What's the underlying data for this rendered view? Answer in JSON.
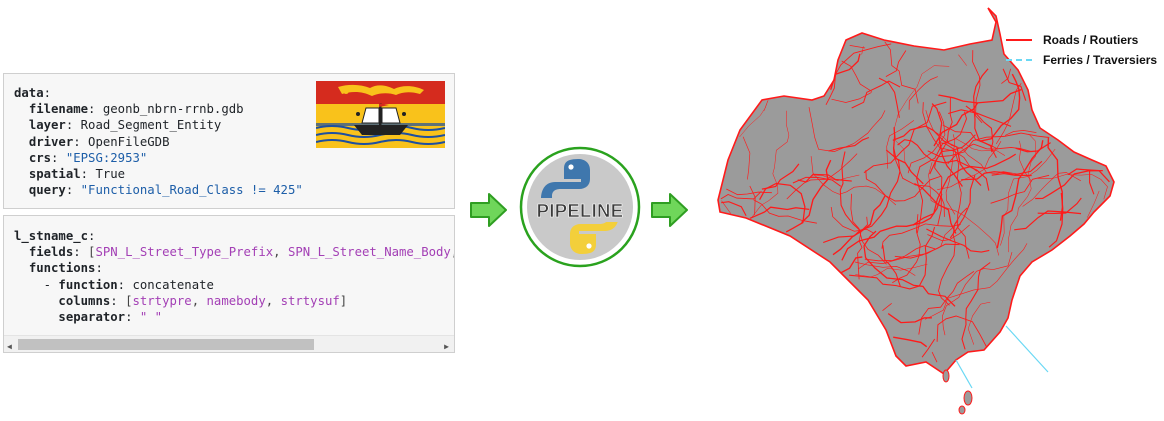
{
  "config_block": {
    "root_key": "data",
    "filename_key": "filename",
    "filename_value": "geonb_nbrn-rrnb.gdb",
    "layer_key": "layer",
    "layer_value": "Road_Segment_Entity",
    "driver_key": "driver",
    "driver_value": "OpenFileGDB",
    "crs_key": "crs",
    "crs_value": "\"EPSG:2953\"",
    "spatial_key": "spatial",
    "spatial_value": "True",
    "query_key": "query",
    "query_value": "\"Functional_Road_Class != 425\""
  },
  "mapping_block": {
    "root_key": "l_stname_c",
    "fields_key": "fields",
    "fields": [
      "SPN_L_Street_Type_Prefix",
      "SPN_L_Street_Name_Body"
    ],
    "functions_key": "functions",
    "function_key": "function",
    "function_value": "concatenate",
    "columns_key": "columns",
    "columns": [
      "strtypre",
      "namebody",
      "strtysuf"
    ],
    "separator_key": "separator",
    "separator_value": "\" \""
  },
  "pipeline_badge": {
    "label": "PIPELINE"
  },
  "legend": {
    "items": [
      {
        "label": "Roads / Routiers",
        "color": "#ff1a1a",
        "style": "solid"
      },
      {
        "label": "Ferries / Traversiers",
        "color": "#6ad8f4",
        "style": "dashed"
      }
    ]
  },
  "colors": {
    "province_fill": "#9b9b9b",
    "road": "#ff1a1a",
    "ferry": "#6ad8f4",
    "arrow_fill": "#6fd65a",
    "arrow_stroke": "#2f9e22",
    "badge_ring": "#2aa21e"
  }
}
